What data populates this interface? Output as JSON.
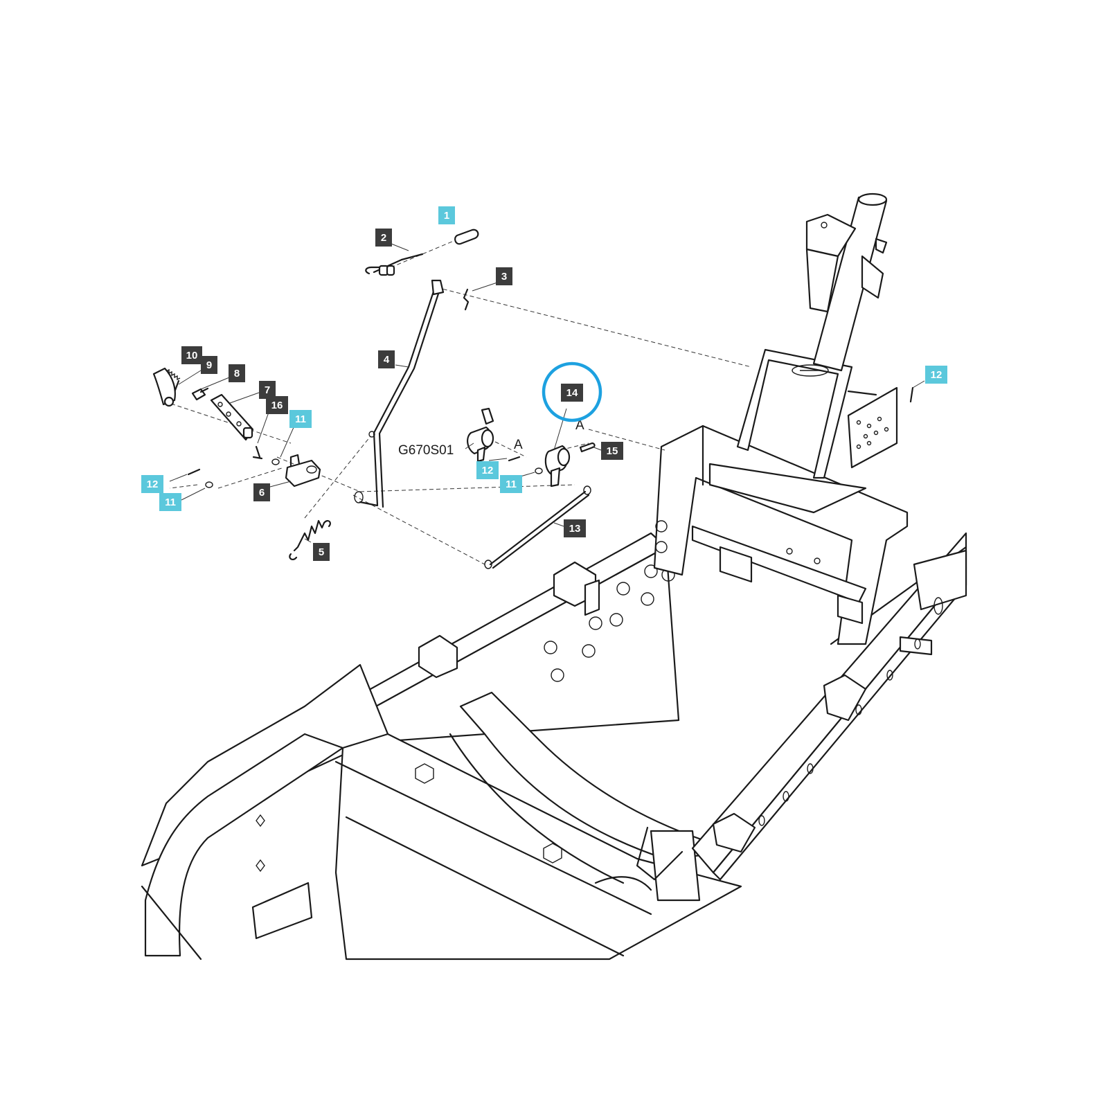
{
  "callouts": [
    {
      "num": "1",
      "kind": "highlight"
    },
    {
      "num": "2",
      "kind": "standard"
    },
    {
      "num": "3",
      "kind": "standard"
    },
    {
      "num": "4",
      "kind": "standard"
    },
    {
      "num": "5",
      "kind": "standard"
    },
    {
      "num": "6",
      "kind": "standard"
    },
    {
      "num": "7",
      "kind": "standard"
    },
    {
      "num": "8",
      "kind": "standard"
    },
    {
      "num": "9",
      "kind": "standard"
    },
    {
      "num": "10",
      "kind": "standard"
    },
    {
      "num": "11",
      "kind": "highlight"
    },
    {
      "num": "11",
      "kind": "highlight"
    },
    {
      "num": "11",
      "kind": "highlight"
    },
    {
      "num": "12",
      "kind": "highlight"
    },
    {
      "num": "12",
      "kind": "highlight"
    },
    {
      "num": "12",
      "kind": "highlight"
    },
    {
      "num": "13",
      "kind": "standard"
    },
    {
      "num": "14",
      "kind": "standard"
    },
    {
      "num": "15",
      "kind": "standard"
    },
    {
      "num": "16",
      "kind": "standard"
    }
  ],
  "labels": {
    "ref_label": "G670S01",
    "view_marker_1": "A",
    "view_marker_2": "A"
  },
  "colors": {
    "callout_standard": "#3c3c3c",
    "callout_highlight": "#5bc8dc",
    "selection_ring": "#1da1e0",
    "line": "#1a1a1a"
  },
  "selected_part": "14"
}
